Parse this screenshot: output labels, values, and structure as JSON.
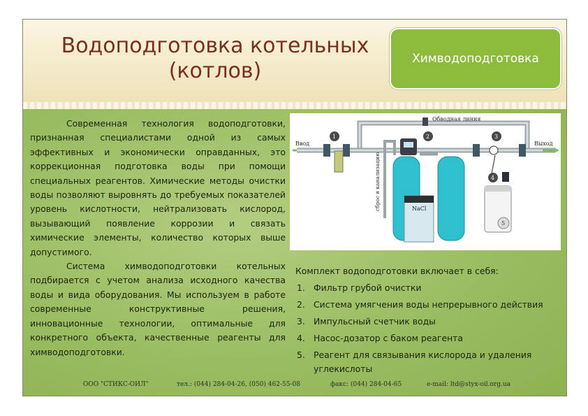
{
  "header": {
    "title_line1": "Водоподготовка котельных",
    "title_line2": "(котлов)",
    "badge": "Химводоподготовка"
  },
  "body": {
    "paragraph1": "Современная технология водоподготовки, признанная специалистами одной из самых эффективных и экономически оправданных, это коррекционная подготовка воды при помощи специальных реагентов. Химические методы очистки воды позволяют выровнять до требуемых показателей уровень кислотности, нейтрализовать кислород, вызывающий появление коррозии и связать химические элементы, количество которых выше допустимого.",
    "paragraph2": "Система химводоподготовки котельных подбирается с учетом анализа исходного качества воды и вида оборудования. Мы используем в работе современные конструктивные решения, инновационные технологии, оптимальные для конкретного объекта, качественные реагенты для химводоподготовки."
  },
  "diagram": {
    "bypass_label": "Обводная линия",
    "inlet_label": "Ввод",
    "outlet_label": "Выход",
    "drain_label": "сброс в канализацию",
    "salt_label": "NaCl",
    "markers": [
      "1",
      "2",
      "3",
      "4",
      "5"
    ]
  },
  "kit": {
    "heading": "Комплект водоподготовки включает в себя:",
    "items": [
      {
        "num": "1.",
        "text": "Фильтр грубой очистки"
      },
      {
        "num": "2.",
        "text": "Система умягчения воды непрерывного действия"
      },
      {
        "num": "3.",
        "text": "Импульсный счетчик воды"
      },
      {
        "num": "4.",
        "text": "Насос-дозатор с баком реагента"
      },
      {
        "num": "5.",
        "text": "Реагент для связывания кислорода и удаления углекислоты"
      }
    ]
  },
  "footer": {
    "company": "ООО \"СТИКС-ОИЛ\"",
    "phone": "тел.: (044) 284-04-26, (050) 462-55-08",
    "fax": "факс: (044) 284-04-65",
    "email": "e-mail: ltd@styx-oil.org.ua"
  },
  "colors": {
    "title": "#7a2e1e",
    "badge": "#8dbb3c",
    "body_green": "#9bbd62",
    "tank_cyan": "#2fc0cf"
  }
}
